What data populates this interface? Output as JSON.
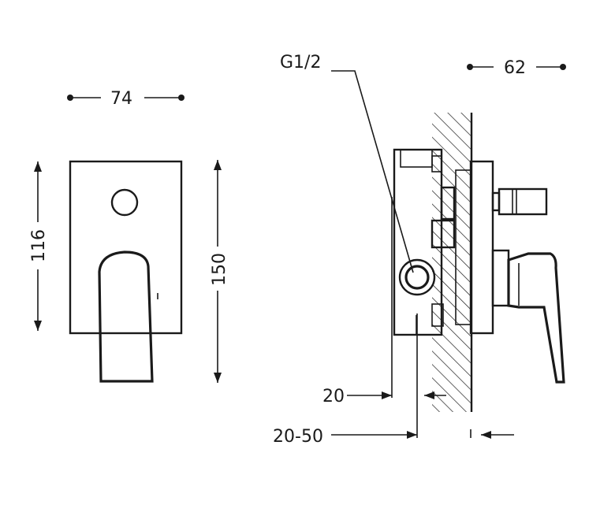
{
  "front_view": {
    "width_label": "74",
    "plate_height_label": "116",
    "total_height_label": "150"
  },
  "side_view": {
    "thread_label": "G1/2",
    "depth_label": "62",
    "min_embed_label": "20",
    "embed_range_label": "20-50"
  },
  "colors": {
    "line": "#1a1a1a",
    "background": "#ffffff"
  }
}
